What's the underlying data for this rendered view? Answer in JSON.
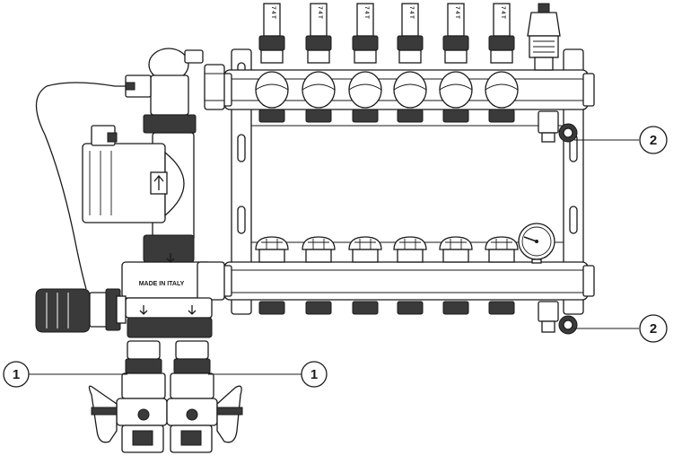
{
  "figure": {
    "pump_body_marking": "MADE IN ITALY",
    "flowmeter_scale_text": "7 4 T",
    "callouts": [
      {
        "id": "callout-2-top",
        "label": "2"
      },
      {
        "id": "callout-2-bottom",
        "label": "2"
      },
      {
        "id": "callout-1-left",
        "label": "1"
      },
      {
        "id": "callout-1-right",
        "label": "1"
      }
    ],
    "flowmeter_count": 6,
    "return_valve_count": 6
  }
}
